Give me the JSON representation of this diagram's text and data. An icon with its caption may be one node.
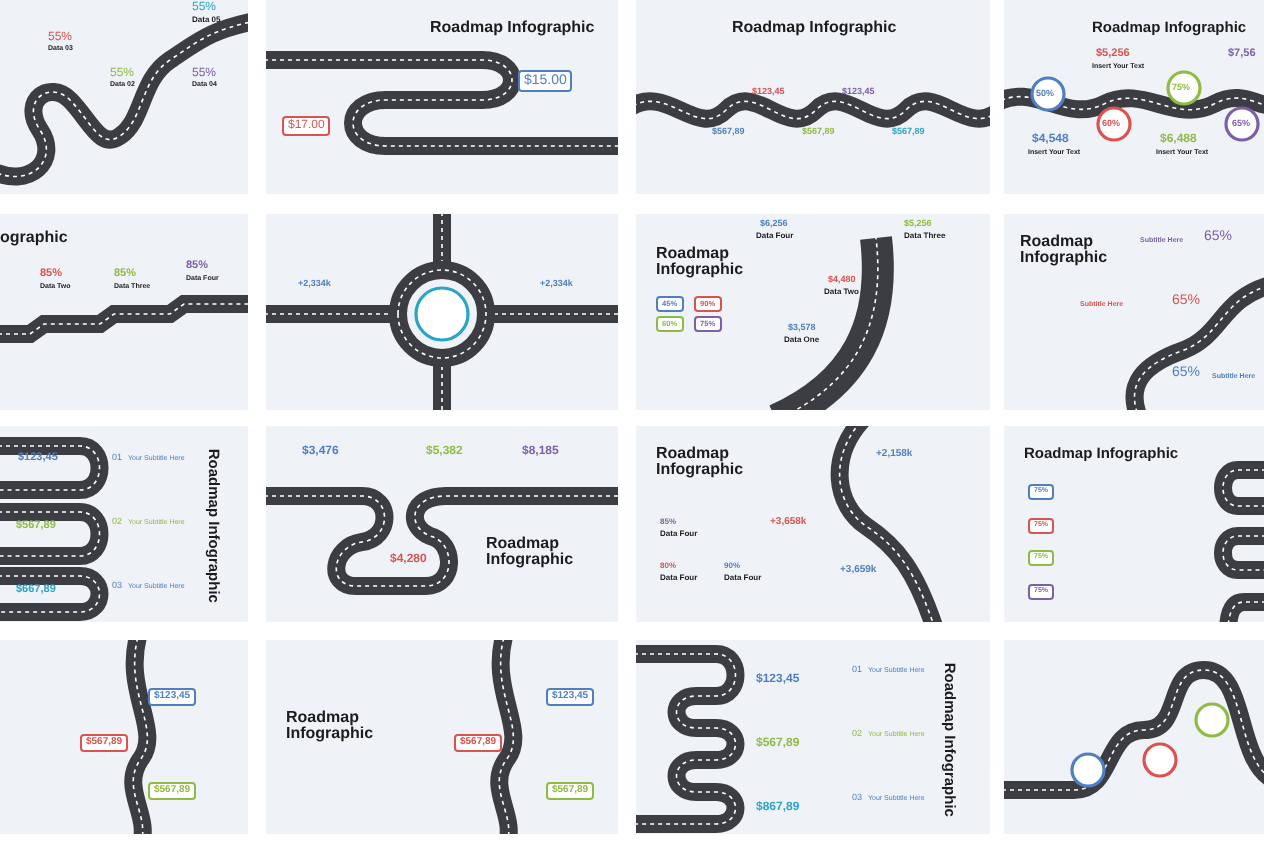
{
  "diagram": {
    "nodes": [
      {
        "text": [
          "55%",
          "Data 03",
          "55%",
          "Data 02",
          "55%",
          "Data 04",
          "55%",
          "Data 05"
        ]
      },
      {
        "text": [
          "Roadmap Infographic",
          "$15.00",
          "$17.00"
        ]
      },
      {
        "text": [
          "Roadmap Infographic",
          "$123,45",
          "$123,45",
          "$567,89",
          "$567,89",
          "$567,89"
        ]
      },
      {
        "text": [
          "Roadmap Infographic",
          "$5,256",
          "Insert Your Text",
          "$7,56",
          "50%",
          "75%",
          "60%",
          "65%",
          "$4,548",
          "Insert Your Text",
          "$6,488",
          "Insert Your Text"
        ]
      },
      {
        "text": [
          "ographic",
          "85%",
          "Data Two",
          "85%",
          "Data Three",
          "85%",
          "Data Four"
        ]
      },
      {
        "text": [
          "+2,334k",
          "+2,334k"
        ]
      },
      {
        "text": [
          "Roadmap Infographic",
          "45%",
          "90%",
          "60%",
          "75%",
          "$6,256",
          "Data Four",
          "$5,256",
          "Data Three",
          "$4,480",
          "Data Two",
          "$3,578",
          "Data One"
        ]
      },
      {
        "text": [
          "Roadmap Infographic",
          "Subtitle Here",
          "65%",
          "Subtitle Here",
          "65%",
          "65%",
          "Subtitle Here"
        ]
      },
      {
        "text": [
          "$123,45",
          "01",
          "Your Subtitle Here",
          "$567,89",
          "02",
          "Your Subtitle Here",
          "$667,89",
          "03",
          "Your Subtitle Here",
          "Roadmap Infographic"
        ]
      },
      {
        "text": [
          "$3,476",
          "$5,382",
          "$8,185",
          "$4,280",
          "Roadmap Infographic"
        ]
      },
      {
        "text": [
          "Roadmap Infographic",
          "85%",
          "Data Four",
          "80%",
          "Data Four",
          "90%",
          "Data Four",
          "+2,158k",
          "+3,658k",
          "+3,659k"
        ]
      },
      {
        "text": [
          "Roadmap Infographic",
          "75%",
          "75%",
          "75%",
          "75%"
        ]
      },
      {
        "text": [
          "$123,45",
          "$567,89",
          "$567,89"
        ]
      },
      {
        "text": [
          "Roadmap Infographic",
          "$123,45",
          "$567,89",
          "$567,89"
        ]
      },
      {
        "text": [
          "$123,45",
          "01",
          "Your Subtitle Here",
          "$567,89",
          "02",
          "Your Subtitle Here",
          "$867,89",
          "03",
          "Your Subtitle Here",
          "Roadmap Infographic"
        ]
      },
      {
        "text": [],
        "shape": "box"
      }
    ]
  }
}
